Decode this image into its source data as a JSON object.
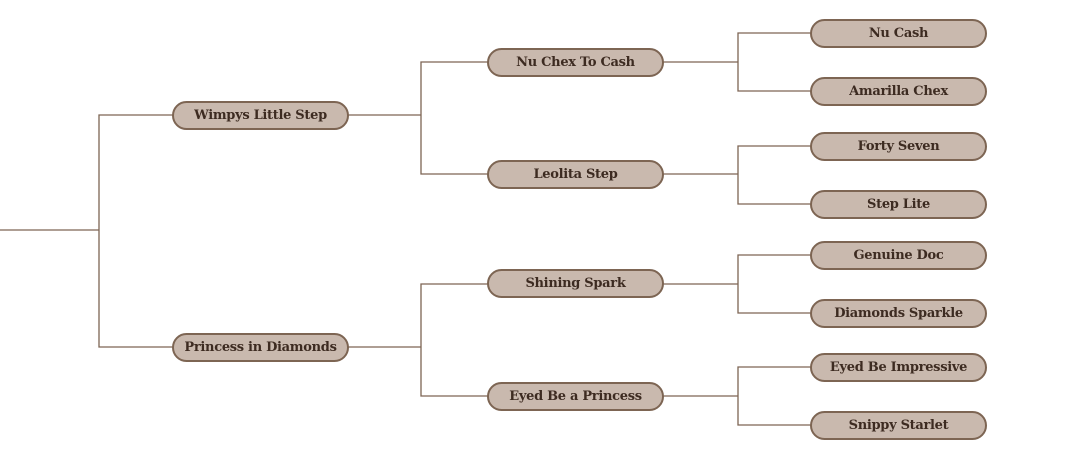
{
  "pedigree": {
    "sire": {
      "name": "Wimpys Little Step",
      "sire": {
        "name": "Nu Chex To Cash",
        "sire": {
          "name": "Nu Cash"
        },
        "dam": {
          "name": "Amarilla Chex"
        }
      },
      "dam": {
        "name": "Leolita Step",
        "sire": {
          "name": "Forty Seven"
        },
        "dam": {
          "name": "Step Lite"
        }
      }
    },
    "dam": {
      "name": "Princess in Diamonds",
      "sire": {
        "name": "Shining Spark",
        "sire": {
          "name": "Genuine Doc"
        },
        "dam": {
          "name": "Diamonds Sparkle"
        }
      },
      "dam": {
        "name": "Eyed Be a Princess",
        "sire": {
          "name": "Eyed Be Impressive"
        },
        "dam": {
          "name": "Snippy Starlet"
        }
      }
    }
  },
  "colors": {
    "node_fill": "#c9b9ae",
    "node_border": "#7d6553",
    "connector": "#7d6553",
    "text": "#3d2b21"
  }
}
